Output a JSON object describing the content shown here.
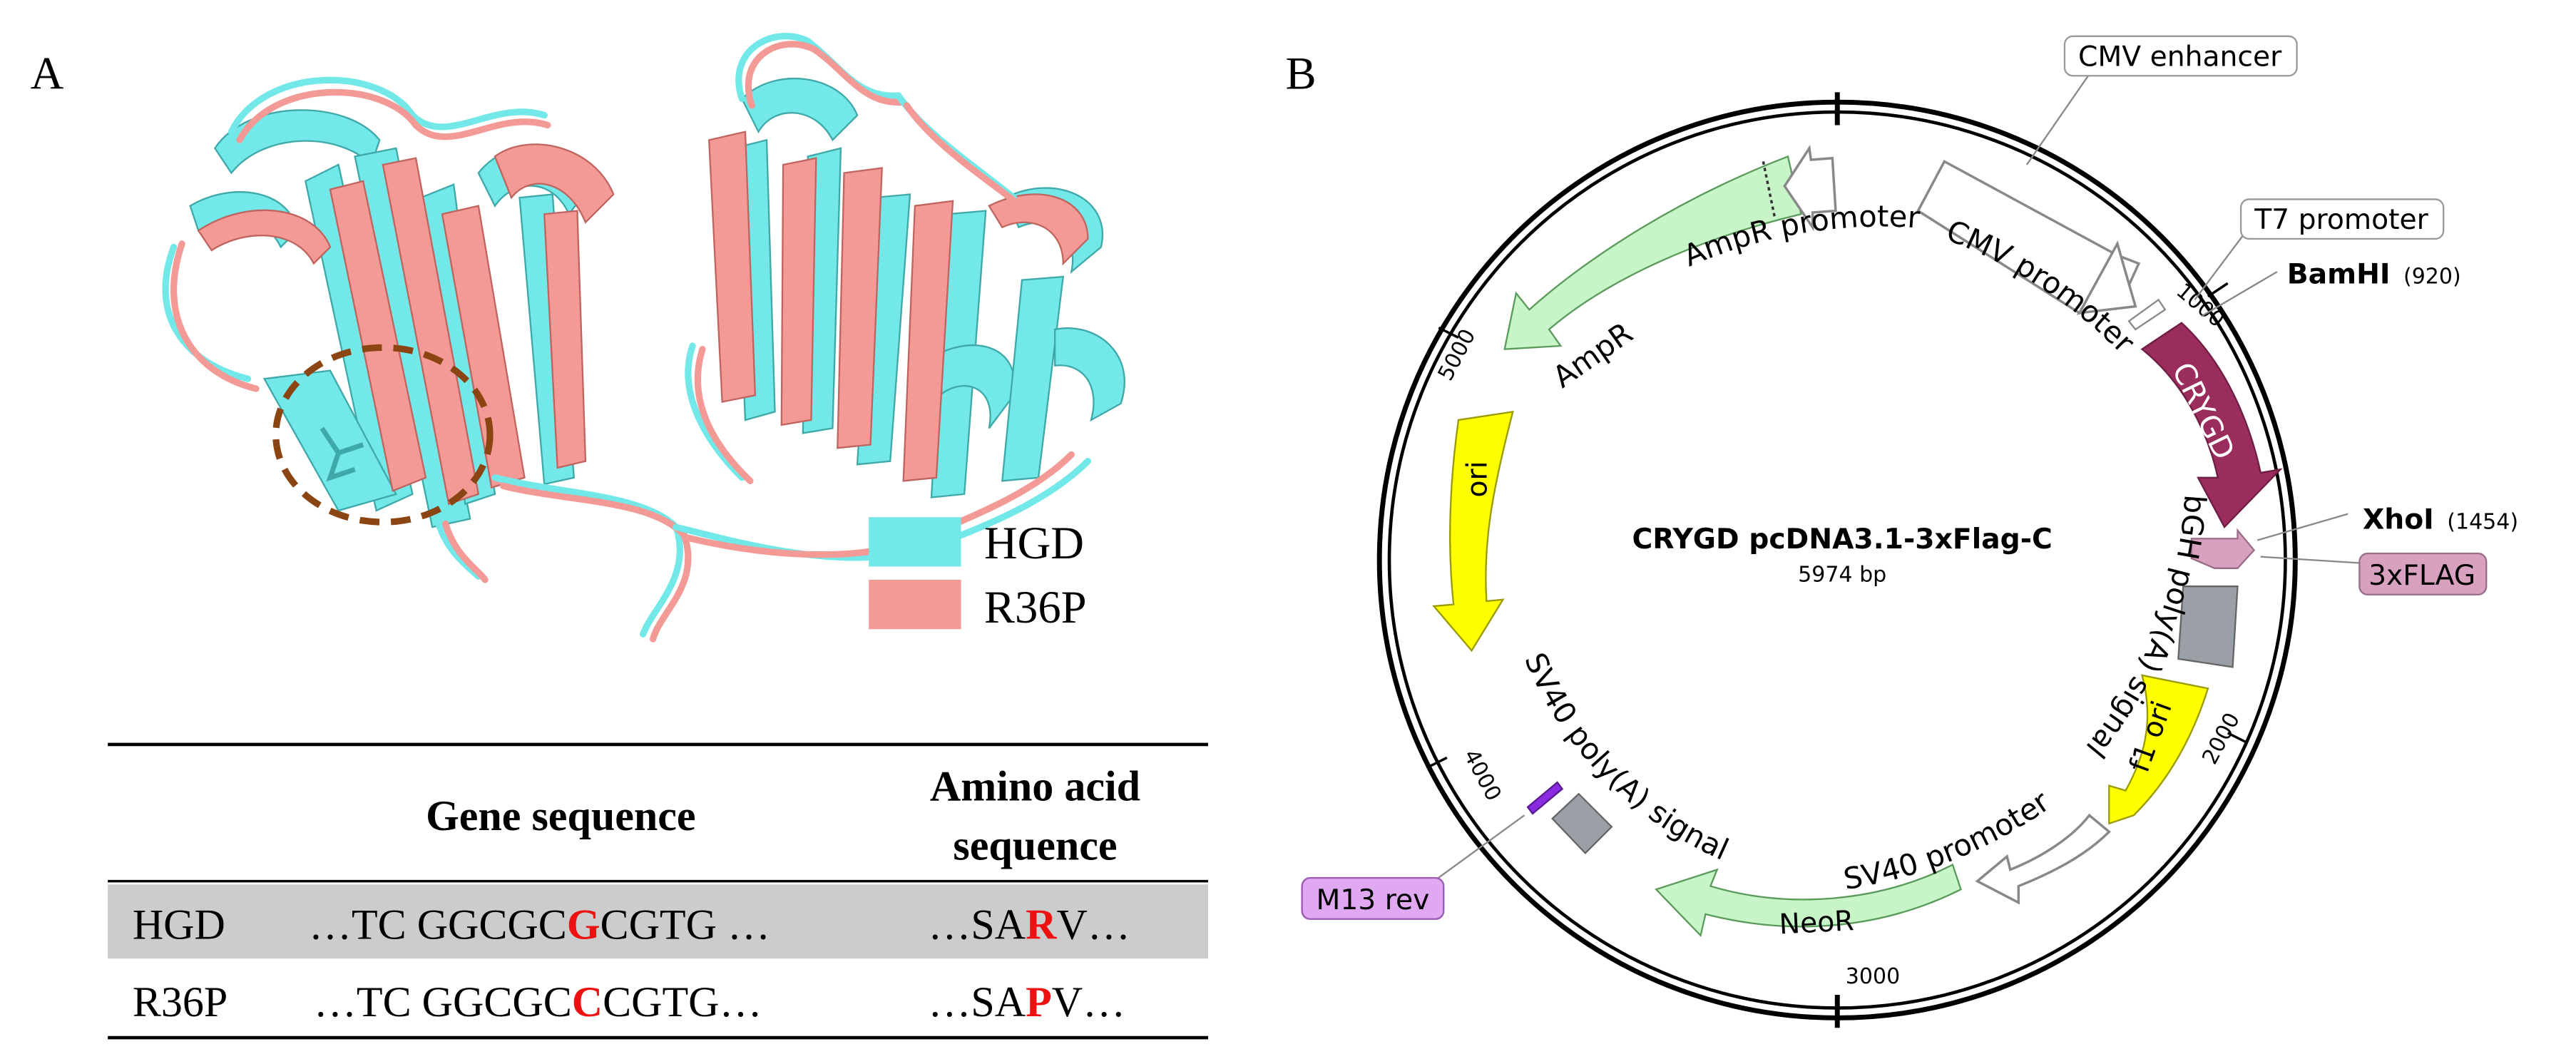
{
  "panel_a": {
    "label": "A",
    "legend": [
      {
        "name": "HGD",
        "color": "#72E8E8"
      },
      {
        "name": "R36P",
        "color": "#F39A96"
      }
    ],
    "table": {
      "headers": {
        "gene": "Gene sequence",
        "amino_line1": "Amino acid",
        "amino_line2": "sequence"
      },
      "rows": [
        {
          "name": "HGD",
          "gene_pre": "…TC GGCGC",
          "gene_mut": "G",
          "gene_post": "CGTG …",
          "aa_pre": "…SA",
          "aa_mut": "R",
          "aa_post": "V…"
        },
        {
          "name": "R36P",
          "gene_pre": "…TC GGCGC",
          "gene_mut": "C",
          "gene_post": "CGTG…",
          "aa_pre": "…SA",
          "aa_mut": "P",
          "aa_post": "V…"
        }
      ]
    },
    "colors": {
      "mutation": "#EE1111",
      "row_shade": "#CCCCCC",
      "circle": "#8B4513"
    }
  },
  "panel_b": {
    "label": "B",
    "plasmid_name": "CRYGD pcDNA3.1-3xFlag-C",
    "plasmid_size": "5974 bp",
    "ticks": [
      "1000",
      "2000",
      "3000",
      "4000",
      "5000"
    ],
    "features": {
      "cmv_enhancer": "CMV enhancer",
      "cmv_promoter": "CMV promoter",
      "t7_promoter": "T7 promoter",
      "bamhi": "BamHI",
      "bamhi_pos": "(920)",
      "crygd": "CRYGD",
      "xhoi": "XhoI",
      "xhoi_pos": "(1454)",
      "flag": "3xFLAG",
      "bgh": "bGH poly(A) signal",
      "f1ori": "f1 ori",
      "sv40_promoter": "SV40 promoter",
      "neor": "NeoR",
      "sv40_polya": "SV40 poly(A) signal",
      "m13rev": "M13 rev",
      "ori": "ori",
      "ampr": "AmpR",
      "ampr_promoter": "AmpR promoter"
    },
    "colors": {
      "crygd": "#9B2C5E",
      "ampr": "#C8F5C8",
      "neor": "#C8F5C8",
      "ori": "#FFFF00",
      "flag": "#D8A1C0",
      "gray": "#9AA0A6",
      "m13": "#E0A8F0",
      "m13_marker": "#8A2BE2"
    }
  }
}
